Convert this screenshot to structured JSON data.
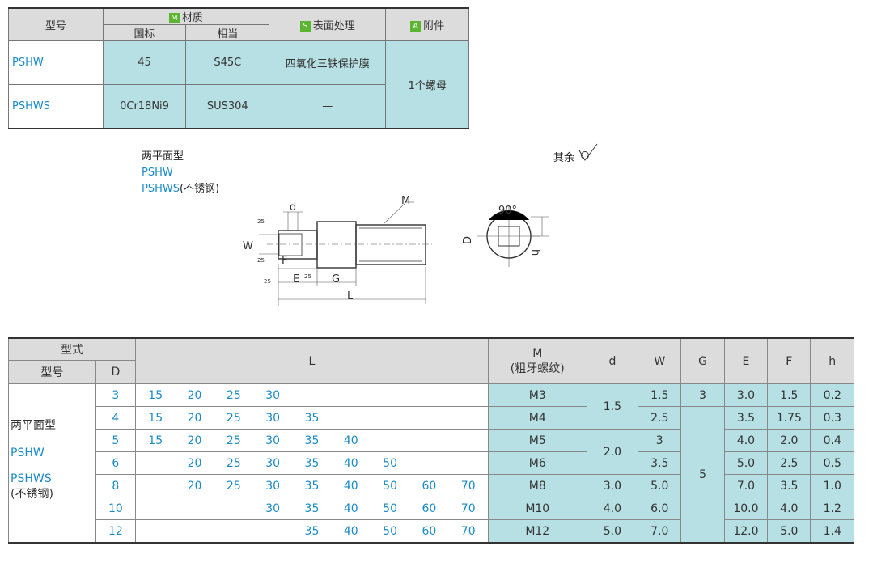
{
  "material_table": {
    "headers": {
      "model": "型号",
      "material": "材质",
      "material_badge": "M",
      "gb": "国标",
      "equiv": "相当",
      "surface": "表面处理",
      "surface_badge": "S",
      "accessory": "附件",
      "accessory_badge": "A"
    },
    "rows": [
      {
        "model": "PSHW",
        "gb": "45",
        "equiv": "S45C",
        "surface": "四氧化三铁保护膜"
      },
      {
        "model": "PSHWS",
        "gb": "0Cr18Ni9",
        "equiv": "SUS304",
        "surface": "—"
      }
    ],
    "accessory": "1个螺母"
  },
  "diagram": {
    "type_title": "两平面型",
    "model1": "PSHW",
    "model2": "PSHWS",
    "model2_note": "(不锈钢)",
    "roughness_note": "其余",
    "labels": {
      "d": "d",
      "M": "M",
      "W": "W",
      "F": "F",
      "E": "E",
      "G": "G",
      "L": "L",
      "D": "D",
      "h": "h",
      "angle": "90°",
      "r1": "25",
      "r2": "25",
      "r3": "25",
      "r4": "25"
    }
  },
  "dims_table": {
    "headers": {
      "type": "型式",
      "model": "型号",
      "D": "D",
      "L": "L",
      "M": "M",
      "M_sub": "(粗牙螺纹)",
      "d": "d",
      "W": "W",
      "G": "G",
      "E": "E",
      "F": "F",
      "h": "h"
    },
    "side": {
      "type_name": "两平面型",
      "model1": "PSHW",
      "model2": "PSHWS",
      "note": "(不锈钢)"
    },
    "rows": [
      {
        "D": "3",
        "L": [
          "15",
          "20",
          "25",
          "30",
          "",
          "",
          "",
          "",
          ""
        ],
        "M": "M3",
        "W": "1.5",
        "E": "3.0",
        "F": "1.5",
        "h": "0.2"
      },
      {
        "D": "4",
        "L": [
          "15",
          "20",
          "25",
          "30",
          "35",
          "",
          "",
          "",
          ""
        ],
        "M": "M4",
        "W": "2.5",
        "E": "3.5",
        "F": "1.75",
        "h": "0.3"
      },
      {
        "D": "5",
        "L": [
          "15",
          "20",
          "25",
          "30",
          "35",
          "40",
          "",
          "",
          ""
        ],
        "M": "M5",
        "W": "3",
        "E": "4.0",
        "F": "2.0",
        "h": "0.4"
      },
      {
        "D": "6",
        "L": [
          "",
          "20",
          "25",
          "30",
          "35",
          "40",
          "50",
          "",
          ""
        ],
        "M": "M6",
        "W": "3.5",
        "E": "5.0",
        "F": "2.5",
        "h": "0.5"
      },
      {
        "D": "8",
        "L": [
          "",
          "20",
          "25",
          "30",
          "35",
          "40",
          "50",
          "60",
          "70"
        ],
        "M": "M8",
        "W": "5.0",
        "E": "7.0",
        "F": "3.5",
        "h": "1.0"
      },
      {
        "D": "10",
        "L": [
          "",
          "",
          "",
          "30",
          "35",
          "40",
          "50",
          "60",
          "70"
        ],
        "M": "M10",
        "W": "6.0",
        "E": "10.0",
        "F": "4.0",
        "h": "1.2"
      },
      {
        "D": "12",
        "L": [
          "",
          "",
          "",
          "",
          "35",
          "40",
          "50",
          "60",
          "70"
        ],
        "M": "M12",
        "W": "7.0",
        "E": "12.0",
        "F": "5.0",
        "h": "1.4"
      }
    ],
    "d_merged": [
      "1.5",
      "2.0",
      "3.0",
      "4.0",
      "5.0"
    ],
    "G_merged": [
      "3",
      "5"
    ]
  },
  "colors": {
    "teal": "#b7e0e4",
    "header_gray": "#dcdcdc",
    "model_blue": "#1a8bc8",
    "badge_green": "#5cb531"
  }
}
